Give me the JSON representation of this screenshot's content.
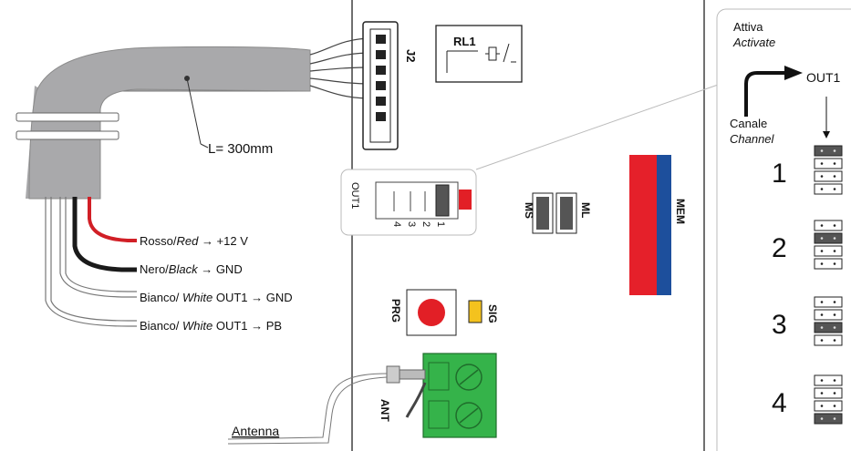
{
  "colors": {
    "cable_gray": "#a9a9ab",
    "wire_red": "#d11f26",
    "wire_black": "#1a1a1a",
    "mem_red": "#e5202a",
    "mem_blue": "#1d4f9c",
    "prg_red": "#e21f26",
    "sig_yellow": "#f4c21e",
    "terminal_green": "#35b34a",
    "jumper_dark": "#555555"
  },
  "cable": {
    "length_label": "L= 300mm"
  },
  "wires": [
    {
      "color_it": "Rosso/",
      "color_en": "Red",
      "signal": " → +12 V"
    },
    {
      "color_it": "Nero/",
      "color_en": "Black",
      "signal": " → GND"
    },
    {
      "color_it": "Bianco/ ",
      "color_en": "White",
      "signal": " OUT1 → GND"
    },
    {
      "color_it": "Bianco/ ",
      "color_en": "White",
      "signal": " OUT1 → PB"
    }
  ],
  "board": {
    "connector": "J2",
    "relay": "RL1",
    "dip_label": "OUT1",
    "dip_numbers": [
      "1",
      "2",
      "3",
      "4"
    ],
    "led_ms": "MS",
    "led_ml": "ML",
    "mem": "MEM",
    "prg": "PRG",
    "sig": "SIG",
    "ant": "ANT",
    "antenna": "Antenna"
  },
  "legend": {
    "activate_it": "Attiva",
    "activate_en": "Activate",
    "out1": "OUT1",
    "channel_it": "Canale",
    "channel_en": "Channel",
    "channels": [
      {
        "number": "1",
        "active_slot": 1
      },
      {
        "number": "2",
        "active_slot": 2
      },
      {
        "number": "3",
        "active_slot": 3
      },
      {
        "number": "4",
        "active_slot": 4
      }
    ]
  }
}
